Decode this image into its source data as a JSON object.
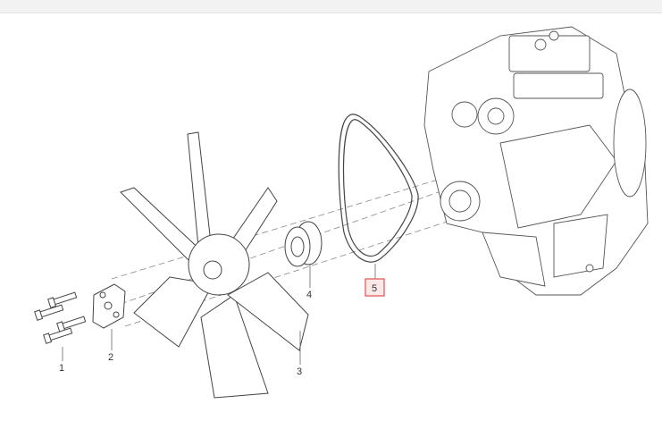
{
  "diagram": {
    "parts": [
      {
        "id": "1",
        "label": "1"
      },
      {
        "id": "2",
        "label": "2"
      },
      {
        "id": "3",
        "label": "3"
      },
      {
        "id": "4",
        "label": "4"
      },
      {
        "id": "5",
        "label": "5",
        "highlighted": true
      }
    ],
    "highlight_color": "#e05252"
  }
}
